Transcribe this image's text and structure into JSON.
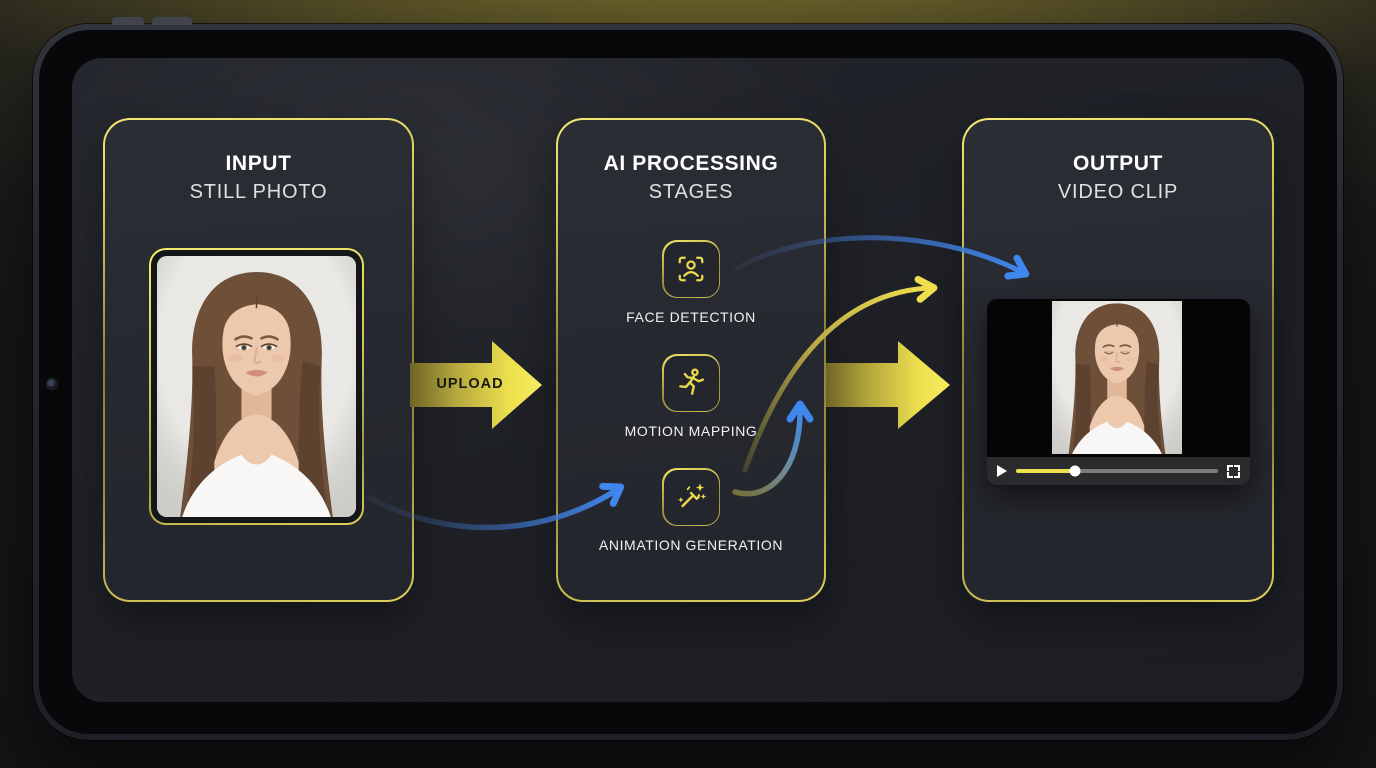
{
  "device": {
    "type": "tablet-mockup"
  },
  "diagram": {
    "input_panel": {
      "title": "INPUT",
      "subtitle": "STILL PHOTO",
      "photo": "woman-portrait-eyes-open"
    },
    "processing_panel": {
      "title": "AI PROCESSING",
      "subtitle": "STAGES",
      "stages": [
        {
          "label": "FACE DETECTION",
          "icon": "face-detection-icon"
        },
        {
          "label": "MOTION MAPPING",
          "icon": "motion-mapping-icon"
        },
        {
          "label": "ANIMATION GENERATION",
          "icon": "animation-generation-icon"
        }
      ]
    },
    "output_panel": {
      "title": "OUTPUT",
      "subtitle": "VIDEO CLIP",
      "video": "woman-portrait-eyes-closed"
    },
    "upload_arrow_label": "UPLOAD",
    "flow_arrows": [
      "upload-block-arrow",
      "process-block-arrow",
      "blue-curve-face-to-output",
      "yellow-curve-animation-to-output",
      "olive-blue-curve-animation-up",
      "blue-curve-photo-to-animation"
    ]
  },
  "video_player": {
    "progress_percent": 29,
    "play_icon": "play-icon",
    "fullscreen_icon": "fullscreen-icon"
  },
  "colors": {
    "accent_yellow": "#EFE14D",
    "accent_blue": "#3F87EC",
    "panel_background": "#26282F",
    "screen_background": "#1E2026",
    "player_background": "#050505"
  }
}
